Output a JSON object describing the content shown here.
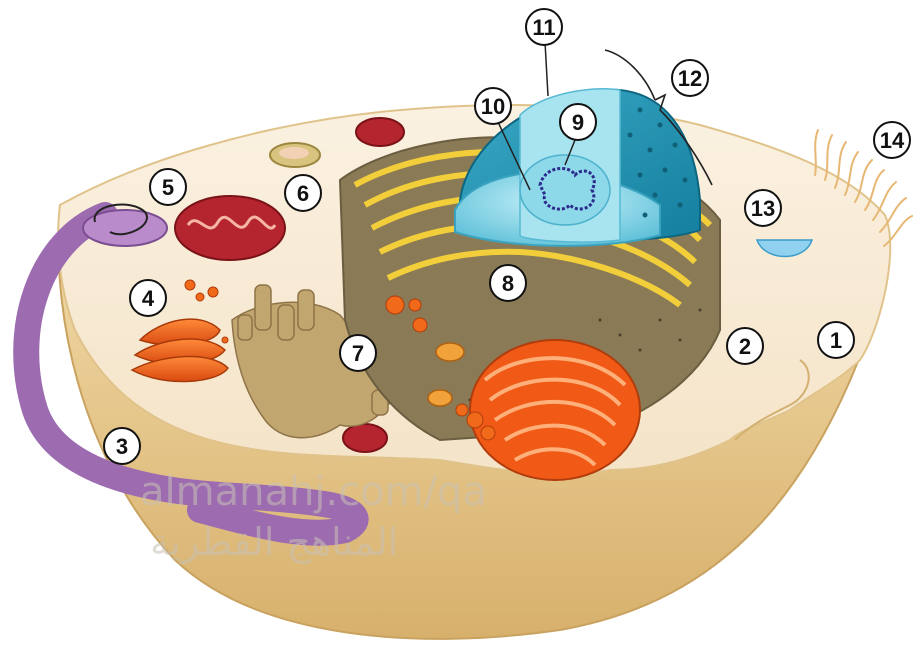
{
  "diagram": {
    "labels": [
      "1",
      "2",
      "3",
      "4",
      "5",
      "6",
      "7",
      "8",
      "9",
      "10",
      "11",
      "12",
      "13",
      "14"
    ]
  },
  "watermark": {
    "domain": "almanahj.com/qa",
    "arabic": "المناهج القطرية"
  },
  "colors": {
    "cytoplasm": "#f7ead6",
    "membrane": "#e6c98f",
    "er_yellow": "#f2cf3a",
    "er_brown": "#8a7a55",
    "nucleus_cyan": "#7fd2e3",
    "envelope_teal": "#1f8fae",
    "golgi_orange": "#f06a1a",
    "mitochondria_red": "#b4252f",
    "centriole_purple": "#9c6bb0"
  }
}
